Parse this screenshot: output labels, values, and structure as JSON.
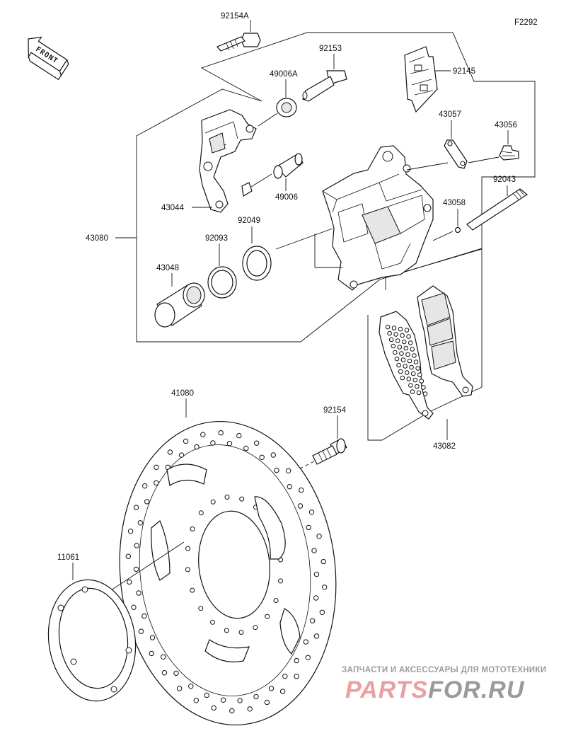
{
  "figure_code": "F2292",
  "front_marker": "FRONT",
  "parts": {
    "p92154A": "92154A",
    "p49006A": "49006A",
    "p92153": "92153",
    "p92145": "92145",
    "p43057": "43057",
    "p43056": "43056",
    "p49006": "49006",
    "p92043": "92043",
    "p43058": "43058",
    "p43044": "43044",
    "p92049": "92049",
    "p92093": "92093",
    "p43080": "43080",
    "p43048": "43048",
    "p41080": "41080",
    "p92154": "92154",
    "p43082": "43082",
    "p11061": "11061"
  },
  "watermark": {
    "tagline": "ЗАПЧАСТИ И АКСЕССУАРЫ ДЛЯ МОТОТЕХНИКИ",
    "brand_a": "PARTS",
    "brand_b": "FOR.RU",
    "brand_color_a": "#e8a0a0",
    "brand_color_b": "#9a9a9a"
  }
}
